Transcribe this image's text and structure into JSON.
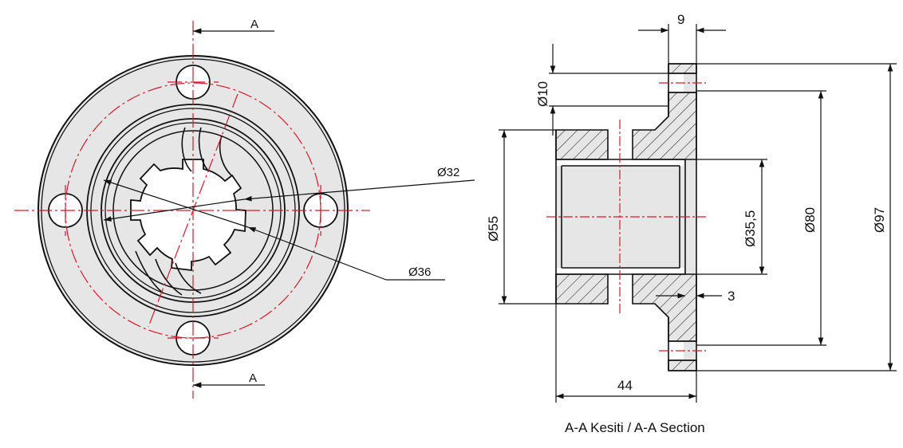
{
  "front_view": {
    "section_mark_top": "A",
    "section_mark_bottom": "A",
    "dim_inner": "Ø32",
    "dim_outer": "Ø36"
  },
  "section_view": {
    "dim_flange_thickness": "9",
    "dim_hole": "Ø10",
    "dim_hub": "Ø55",
    "dim_bore": "Ø35,5",
    "dim_bolt_circle": "Ø80",
    "dim_outer": "Ø97",
    "dim_recess": "3",
    "dim_length": "44"
  },
  "caption": "A-A Kesiti / A-A Section",
  "colors": {
    "line": "#111111",
    "centerline": "#d8192a",
    "fill": "#e6e6e6"
  }
}
